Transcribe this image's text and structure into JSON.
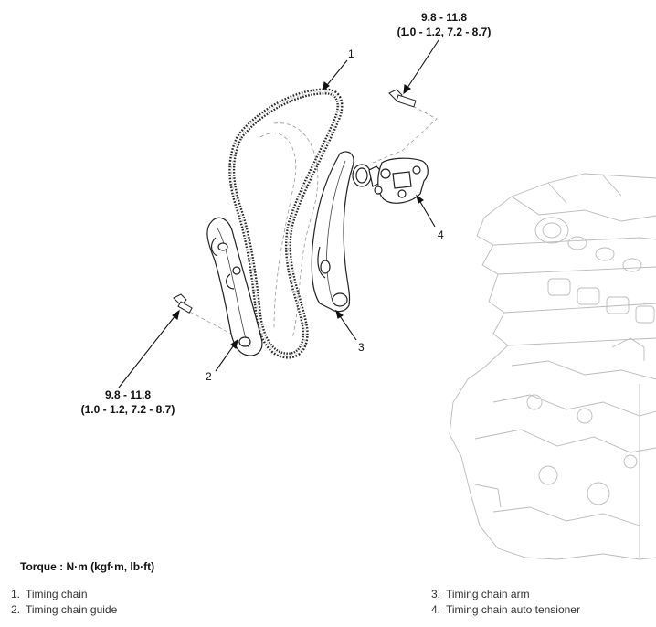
{
  "torque_labels": {
    "top": {
      "value": "9.8 - 11.8",
      "alt": "(1.0 - 1.2, 7.2 - 8.7)"
    },
    "bottom": {
      "value": "9.8 - 11.8",
      "alt": "(1.0 - 1.2, 7.2 - 8.7)"
    }
  },
  "callouts": [
    "1",
    "2",
    "3",
    "4"
  ],
  "torque_units": "Torque : N·m (kgf·m, lb·ft)",
  "legend": [
    {
      "num": "1.",
      "label": "Timing chain"
    },
    {
      "num": "2.",
      "label": "Timing chain guide"
    },
    {
      "num": "3.",
      "label": "Timing chain arm"
    },
    {
      "num": "4.",
      "label": "Timing chain auto tensioner"
    }
  ]
}
